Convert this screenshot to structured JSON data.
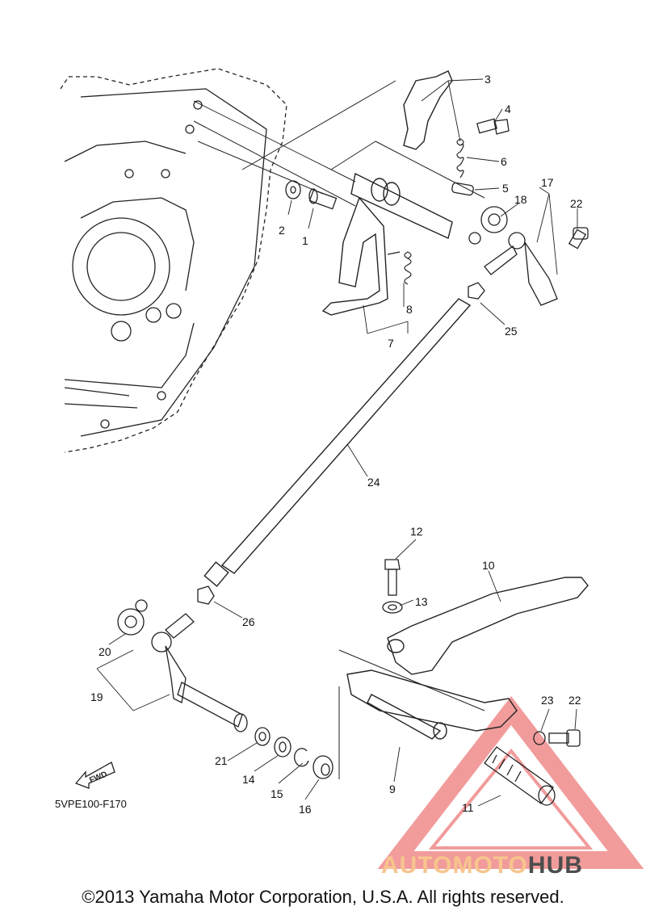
{
  "diagram": {
    "reference_code": "5VPE100-F170",
    "fwd_label": "FWD",
    "copyright": "©2013 Yamaha Motor Corporation, U.S.A. All rights reserved.",
    "watermark": {
      "part1": "AUTOMOTO",
      "part2": "HUB",
      "color_triangle": "#e84b4b",
      "color_text": "#f7c58d",
      "color_text_dark": "#4d4d4d"
    },
    "callouts": [
      "1",
      "2",
      "3",
      "4",
      "5",
      "6",
      "7",
      "8",
      "9",
      "10",
      "11",
      "12",
      "13",
      "14",
      "15",
      "16",
      "17",
      "18",
      "19",
      "20",
      "21",
      "22",
      "22",
      "23",
      "24",
      "25",
      "26"
    ]
  }
}
